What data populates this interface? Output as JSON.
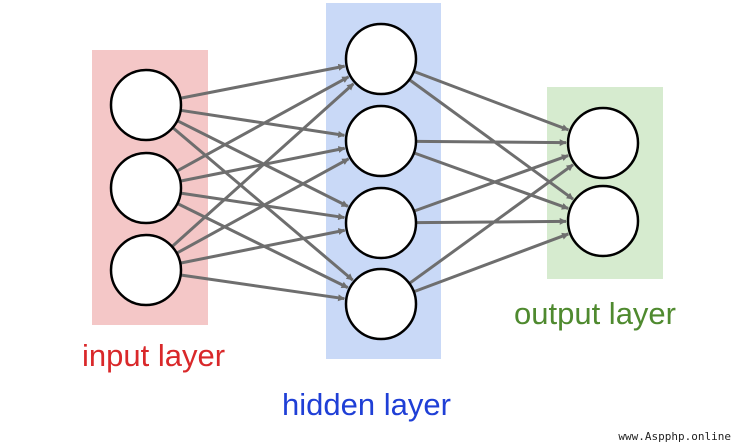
{
  "layers": {
    "input": {
      "label": "input layer",
      "nodes": 3,
      "box_color": "#f4c7c7",
      "label_color": "#d9282a"
    },
    "hidden": {
      "label": "hidden layer",
      "nodes": 4,
      "box_color": "#c9d9f7",
      "label_color": "#1f3fd6"
    },
    "output": {
      "label": "output layer",
      "nodes": 2,
      "box_color": "#d6ebcf",
      "label_color": "#4f8a2f"
    }
  },
  "connections": "fully-connected",
  "arrow_color": "#6e6e6e",
  "node_fill": "#ffffff",
  "node_stroke": "#000000",
  "watermark": "www.Aspphp.online"
}
